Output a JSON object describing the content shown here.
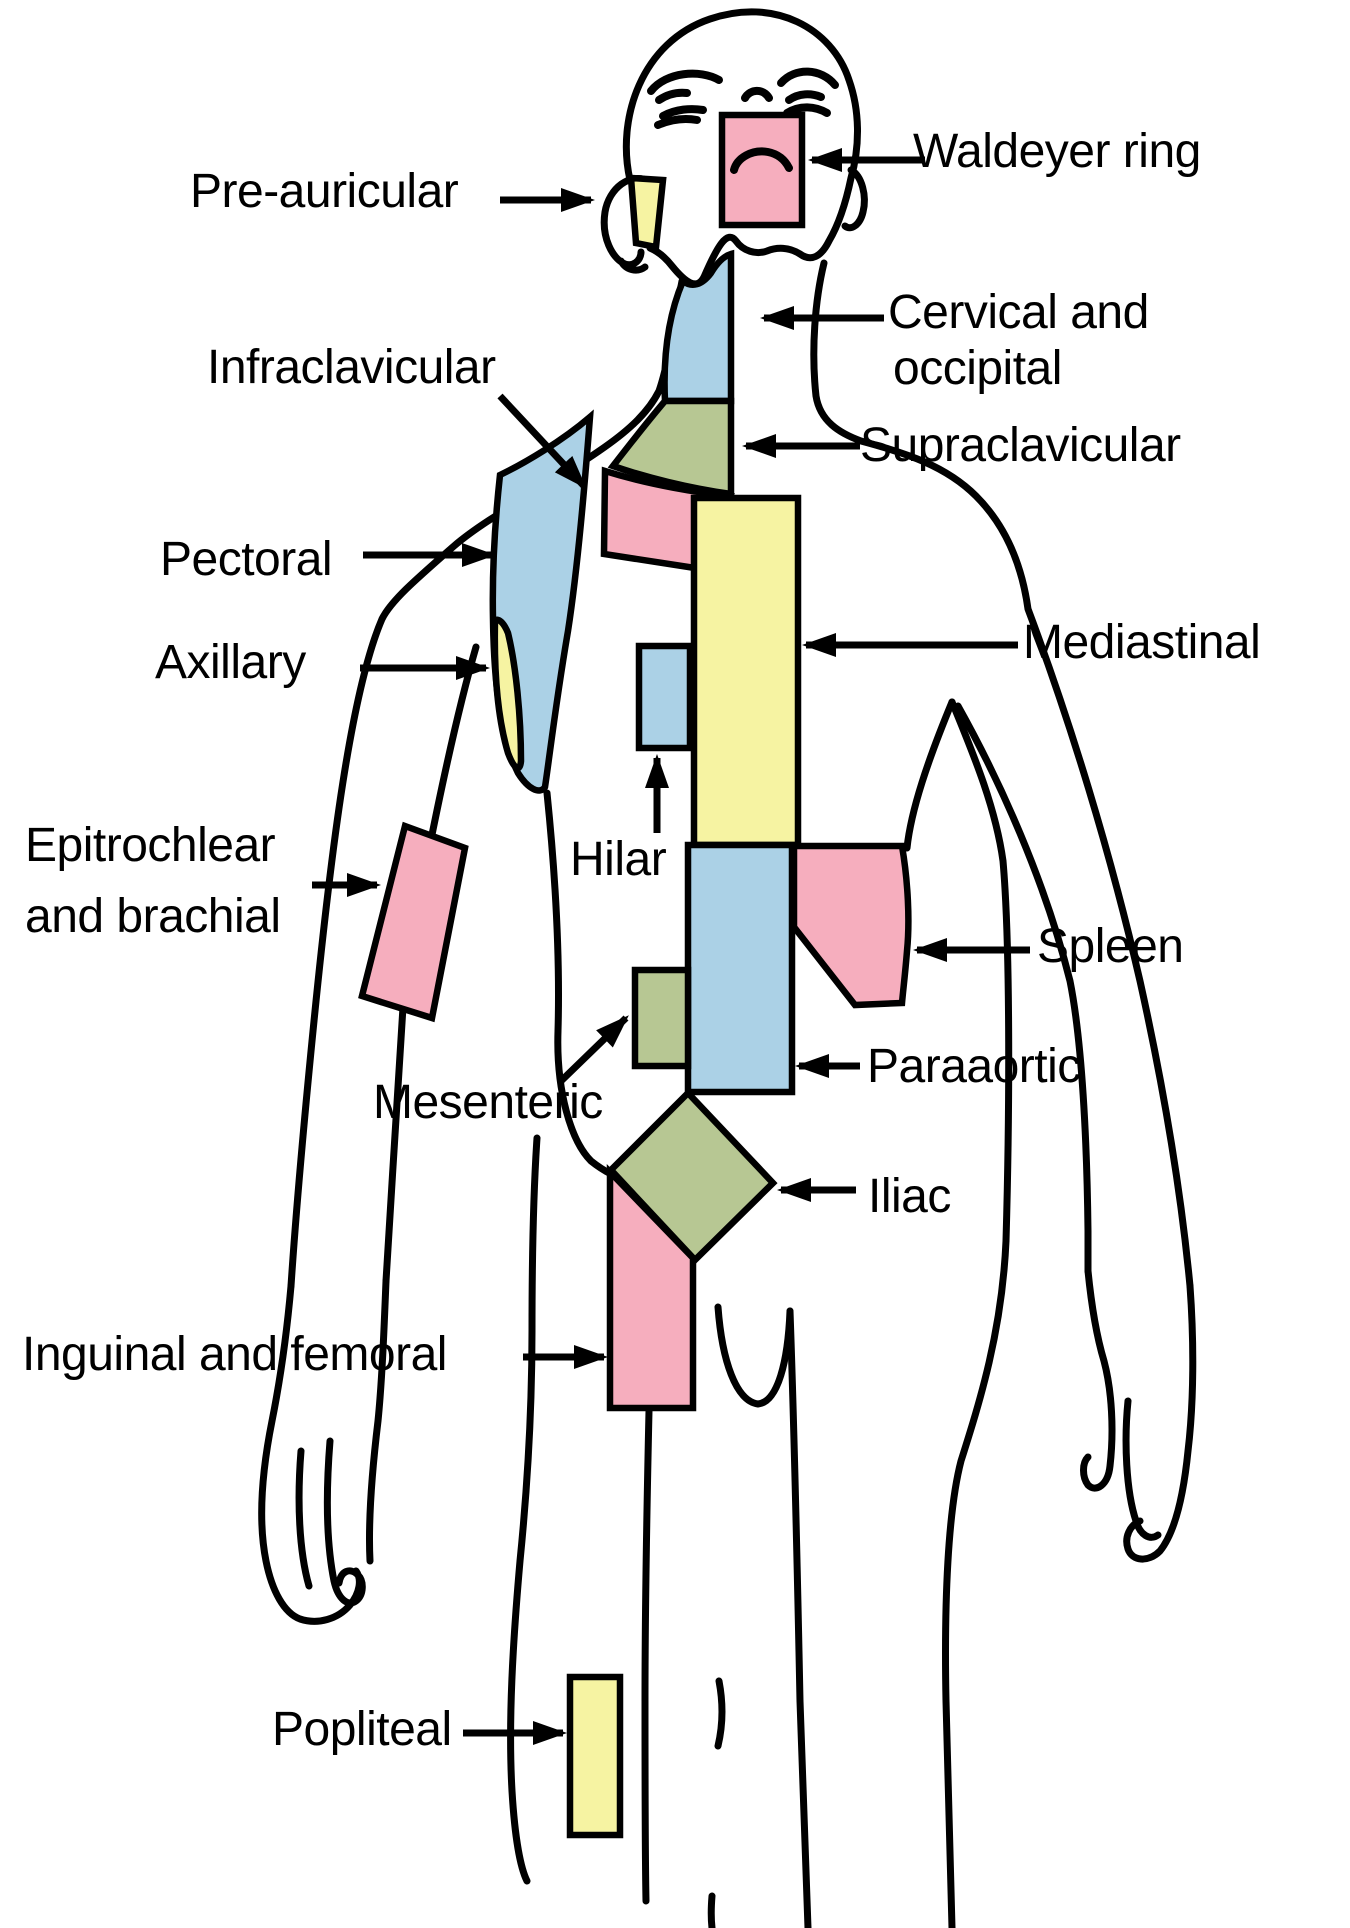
{
  "colors": {
    "pink": "#F6AEBE",
    "yellow": "#F6F3A2",
    "blue": "#ABD1E6",
    "green": "#B7C793",
    "outline": "#000000",
    "background": "#FFFFFF"
  },
  "labels": {
    "pre_auricular": "Pre-auricular",
    "waldeyer_ring": "Waldeyer ring",
    "cervical_line1": "Cervical and",
    "cervical_line2": "occipital",
    "infraclavicular": "Infraclavicular",
    "supraclavicular": "Supraclavicular",
    "pectoral": "Pectoral",
    "axillary": "Axillary",
    "mediastinal": "Mediastinal",
    "epitrochlear_line1": "Epitrochlear",
    "epitrochlear_line2": "and brachial",
    "hilar": "Hilar",
    "spleen": "Spleen",
    "mesenteric": "Mesenteric",
    "paraaortic": "Paraaortic",
    "iliac": "Iliac",
    "inguinal": "Inguinal and femoral",
    "popliteal": "Popliteal"
  },
  "regions": [
    {
      "label": "Waldeyer ring",
      "color": "pink"
    },
    {
      "label": "Pre-auricular",
      "color": "yellow"
    },
    {
      "label": "Cervical and occipital",
      "color": "blue"
    },
    {
      "label": "Supraclavicular",
      "color": "green"
    },
    {
      "label": "Infraclavicular",
      "color": "pink"
    },
    {
      "label": "Pectoral",
      "color": "blue"
    },
    {
      "label": "Axillary",
      "color": "yellow"
    },
    {
      "label": "Mediastinal",
      "color": "yellow"
    },
    {
      "label": "Hilar",
      "color": "blue"
    },
    {
      "label": "Spleen",
      "color": "pink"
    },
    {
      "label": "Paraaortic",
      "color": "blue"
    },
    {
      "label": "Mesenteric",
      "color": "green"
    },
    {
      "label": "Iliac",
      "color": "green"
    },
    {
      "label": "Epitrochlear and brachial",
      "color": "pink"
    },
    {
      "label": "Inguinal and femoral",
      "color": "pink"
    },
    {
      "label": "Popliteal",
      "color": "yellow"
    }
  ]
}
